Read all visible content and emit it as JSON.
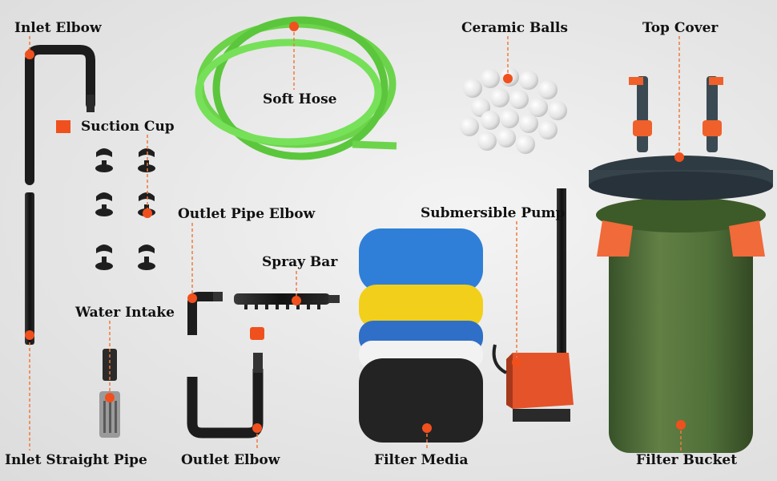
{
  "labels": {
    "inlet_elbow": "Inlet Elbow",
    "suction_cup": "Suction Cup",
    "soft_hose": "Soft Hose",
    "ceramic_balls": "Ceramic Balls",
    "top_cover": "Top Cover",
    "outlet_pipe_elbow": "Outlet Pipe Elbow",
    "spray_bar": "Spray Bar",
    "submersible_pump": "Submersible Pump",
    "water_intake": "Water Intake",
    "inlet_straight_pipe": "Inlet Straight Pipe",
    "outlet_elbow": "Outlet Elbow",
    "filter_media": "Filter Media",
    "filter_bucket": "Filter Bucket"
  },
  "colors": {
    "accent": "#f0501e",
    "pipe": "#1e1e1e",
    "hose": "#5fd23a",
    "sponge_blue": "#2f7fd8",
    "sponge_yellow": "#f2cf1a",
    "sponge_white": "#f2f2f2",
    "sponge_black": "#232323",
    "bucket": "#3f5c2c",
    "pump": "#e4532a"
  }
}
